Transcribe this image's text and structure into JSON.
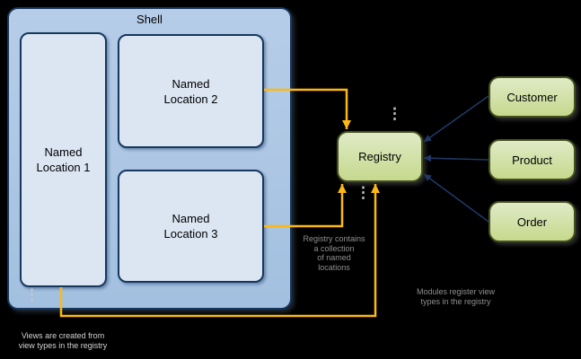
{
  "shell": {
    "label": "Shell"
  },
  "locations": {
    "loc1": "Named\nLocation 1",
    "loc2": "Named\nLocation 2",
    "loc3": "Named\nLocation 3"
  },
  "registry": {
    "label": "Registry"
  },
  "modules": {
    "customer": "Customer",
    "product": "Product",
    "order": "Order"
  },
  "annotations": {
    "registry_note": "Registry contains\na collection\nof named\nlocations",
    "modules_note": "Modules register view\ntypes in the registry",
    "views_note": "Views are created from\nview types in the registry"
  },
  "ellipsis": {
    "glyph": "⋮"
  },
  "colors": {
    "shell_fill": "#a3c0e0",
    "location_fill": "#dce6f2",
    "box_border": "#17375e",
    "module_fill": "#c6d98d",
    "module_border": "#45511f",
    "arrow_yellow": "#fdb913",
    "arrow_navy": "#1f3864",
    "note_gray": "#8f8f8f",
    "note_light": "#d2d2d2"
  }
}
